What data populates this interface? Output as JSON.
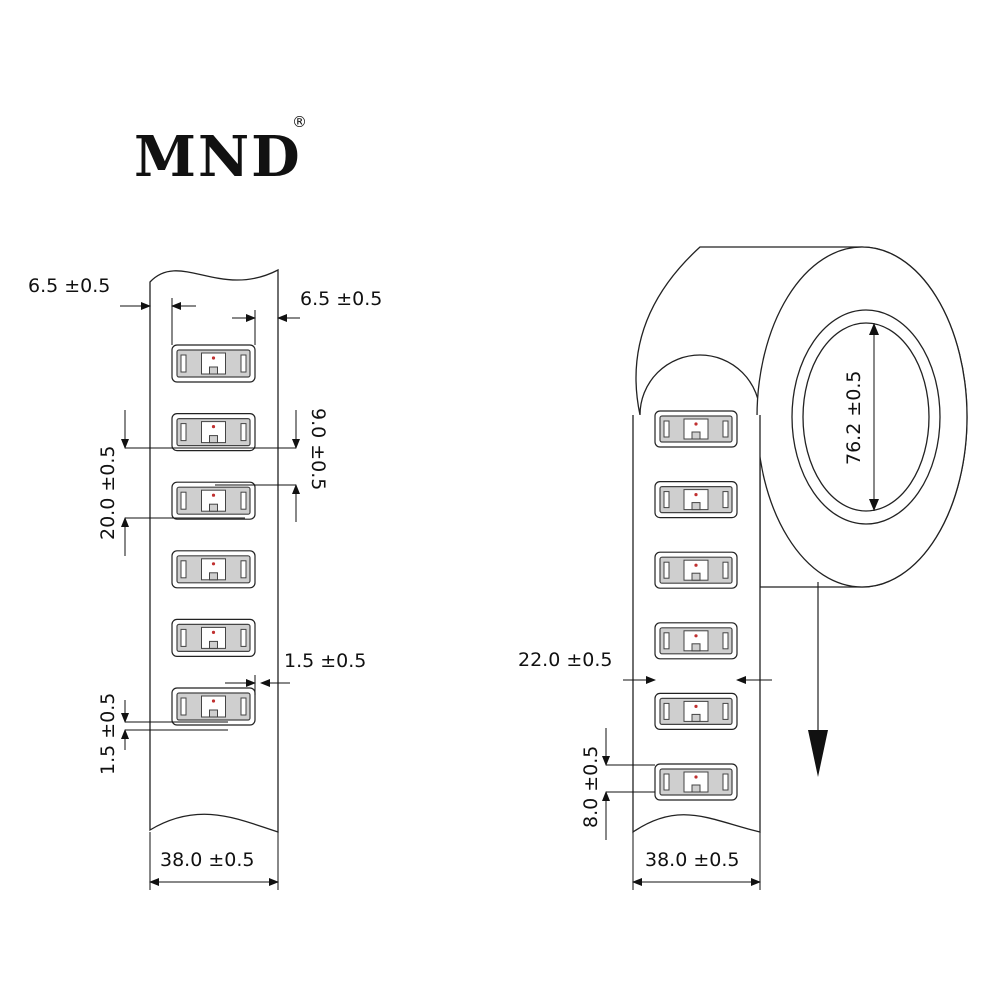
{
  "logo": {
    "text": "MND",
    "registered_mark": "®",
    "color": "#d4242b"
  },
  "colors": {
    "line": "#222222",
    "tag_fill": "#cfcfcf",
    "tag_dark": "#444444",
    "chip": "#c03030"
  },
  "left_drawing": {
    "tag_count": 6,
    "dims": {
      "left_margin": "6.5 ±0.5",
      "right_margin": "6.5 ±0.5",
      "pitch": "20.0 ±0.5",
      "tag_height": "9.0 ±0.5",
      "side_gap": "1.5 ±0.5",
      "bottom_gap": "1.5 ±0.5",
      "web_width": "38.0 ±0.5"
    }
  },
  "right_drawing": {
    "tag_count": 6,
    "dims": {
      "core_diameter": "76.2 ±0.5",
      "inlay_width": "22.0 ±0.5",
      "gap": "8.0 ±0.5",
      "web_width": "38.0 ±0.5"
    }
  }
}
